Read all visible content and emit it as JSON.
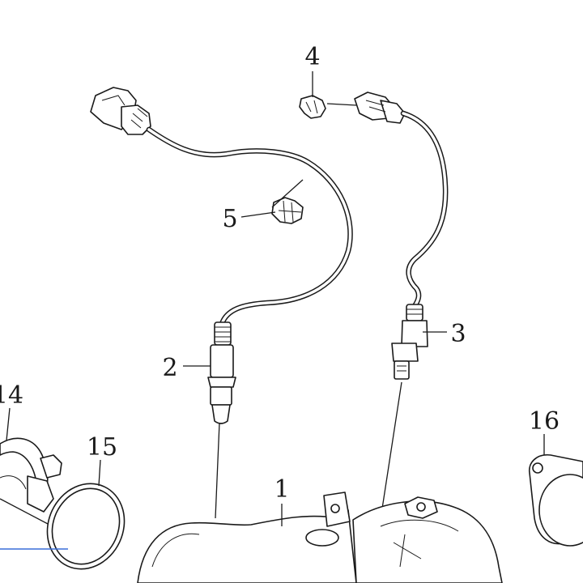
{
  "labels": {
    "p1": "1",
    "p2": "2",
    "p3": "3",
    "p4": "4",
    "p5": "5",
    "p14": "14",
    "p15": "15",
    "p16": "16"
  },
  "colors": {
    "line": "#1a1a1a",
    "background": "#ffffff",
    "bottom_edge_accent": "#3a6fd8"
  }
}
